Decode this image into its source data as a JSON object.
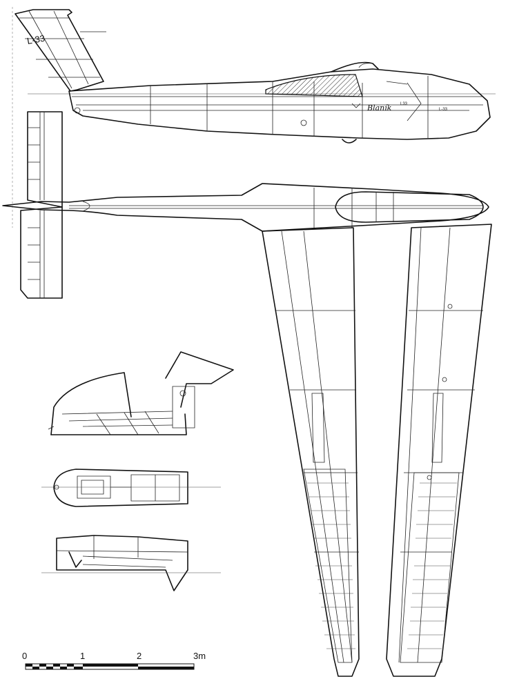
{
  "fuselage_markings": {
    "registration": "L-33",
    "name": "Blaník",
    "small_a": "L33",
    "small_b": "L-33"
  },
  "scale_bar": {
    "labels": [
      "0",
      "1",
      "2",
      "3m"
    ]
  }
}
